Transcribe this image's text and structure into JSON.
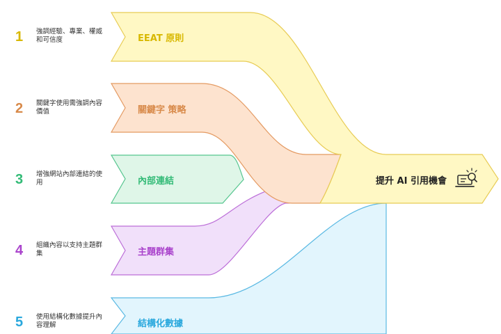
{
  "colors": {
    "item1": "#d8b800",
    "item2": "#d88a4a",
    "item3": "#33bb77",
    "item4": "#aa44cc",
    "item5": "#2aa8dd",
    "fill1": "#fff8c4",
    "fill2": "#fde3cf",
    "fill3": "#dff6e8",
    "fill4": "#f1e0fa",
    "fill5": "#e2f5fd",
    "stroke1": "#e8cc55",
    "stroke2": "#e49a62",
    "stroke3": "#55c58e",
    "stroke4": "#bc6ed8",
    "stroke5": "#5ab9e3"
  },
  "items": [
    {
      "num": "1",
      "desc": "強調經驗、專業、權威和可信度",
      "label": "EEAT 原則"
    },
    {
      "num": "2",
      "desc": "關鍵字使用需強調內容價值",
      "label": "關鍵字 策略"
    },
    {
      "num": "3",
      "desc": "增強網站內部連結的使用",
      "label": "內部連結"
    },
    {
      "num": "4",
      "desc": "組織內容以支持主題群集",
      "label": "主題群集"
    },
    {
      "num": "5",
      "desc": "使用結構化數據提升內容理解",
      "label": "結構化數據"
    }
  ],
  "target": {
    "label": "提升 AI 引用機會",
    "icon": "laptop-search-icon"
  }
}
